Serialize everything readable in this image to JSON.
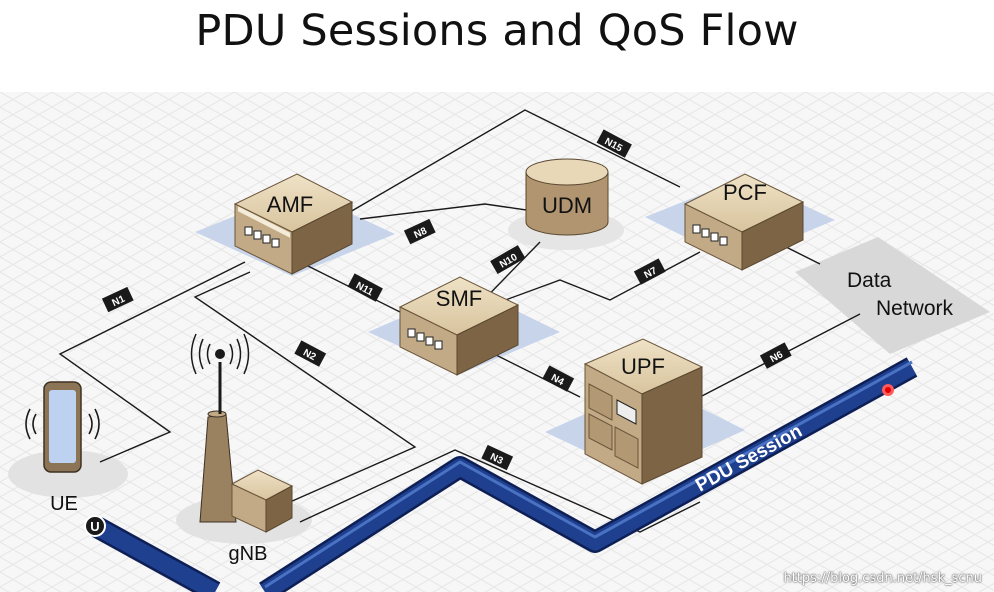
{
  "title": "PDU Sessions and QoS Flow",
  "nodes": {
    "amf": "AMF",
    "udm": "UDM",
    "pcf": "PCF",
    "smf": "SMF",
    "upf": "UPF",
    "ue": "UE",
    "gnb": "gNB",
    "data_network_line1": "Data",
    "data_network_line2": "Network"
  },
  "interfaces": {
    "n1": "N1",
    "n2": "N2",
    "n3": "N3",
    "n4": "N4",
    "n6": "N6",
    "n7": "N7",
    "n8": "N8",
    "n10": "N10",
    "n11": "N11",
    "n15": "N15"
  },
  "pdu_session_label": "PDU Session",
  "ue_marker": "U",
  "watermark": "https://blog.csdn.net/hsk_scnu",
  "colors": {
    "pdu_tube": "#1f3f8f",
    "box_tan": "#c2aa86",
    "box_dark": "#7c6445",
    "shadow_blue": "#c5d3ea",
    "data_network_gray": "#d8d8d8"
  }
}
